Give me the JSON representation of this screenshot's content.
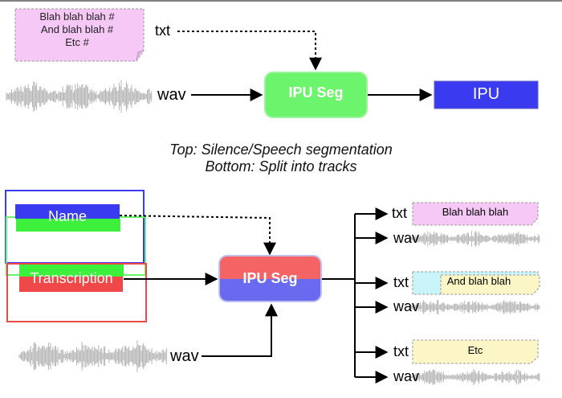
{
  "top": {
    "note_lines": [
      "Blah blah blah #",
      "And blah blah #",
      "Etc #"
    ],
    "txt_label": "txt",
    "wav_label": "wav",
    "ipu_seg_label": "IPU Seg",
    "ipu_label": "IPU"
  },
  "caption": {
    "line1": "Top: Silence/Speech segmentation",
    "line2": "Bottom: Split into tracks"
  },
  "bottom": {
    "tier_name": "Name",
    "tier_transcription": "Transcription",
    "ipu_seg_label": "IPU Seg",
    "wav_label": "wav",
    "outputs": [
      {
        "txt_label": "txt",
        "note": "Blah blah blah",
        "wav_label": "wav"
      },
      {
        "txt_label": "txt",
        "note": "And blah blah",
        "wav_label": "wav"
      },
      {
        "txt_label": "txt",
        "note": "Etc",
        "wav_label": "wav"
      }
    ]
  },
  "colors": {
    "note_pink": "#f6c8f6",
    "note_yellow": "#fcf6c6",
    "note_cyan": "#c8f4fa",
    "green_box": "#6cf56c",
    "blue_box": "#3a3af0",
    "red_box": "#f46464",
    "blue_half": "#6a6af0",
    "wave": "#b4b4b4"
  }
}
